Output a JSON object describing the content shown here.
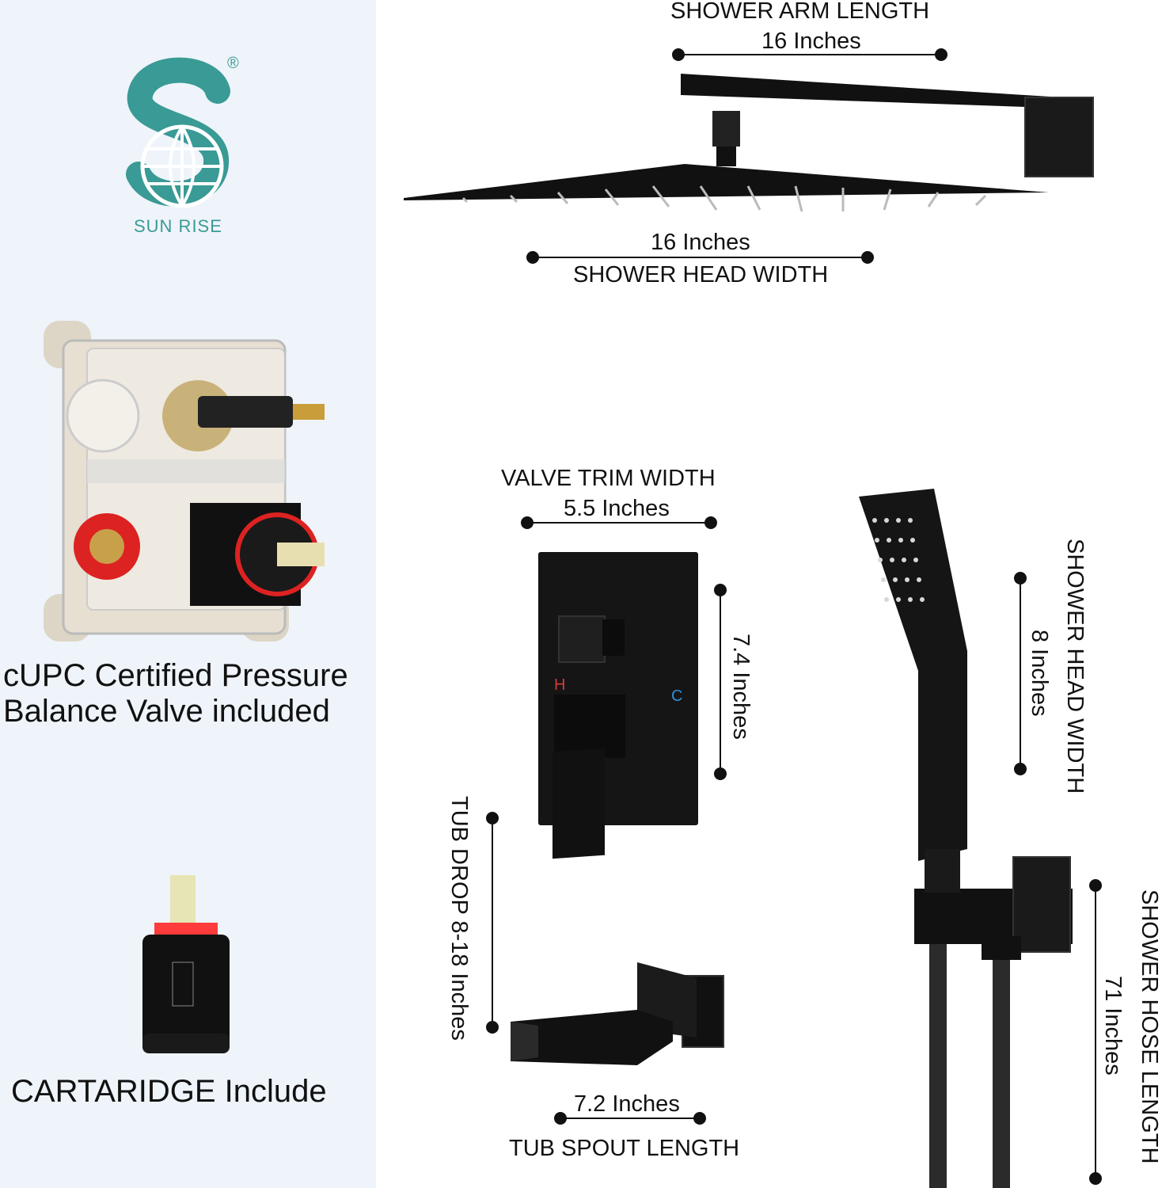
{
  "brand": {
    "logo_letter": "S",
    "registered_mark": "®",
    "name": "SUN RISE",
    "accent_color": "#3a9a95"
  },
  "valve_box": {
    "caption_line1": "cUPC Certified Pressure",
    "caption_line2": "Balance Valve included"
  },
  "cartridge": {
    "caption": "CARTARIDGE Include"
  },
  "shower_arm": {
    "label": "SHOWER ARM LENGTH",
    "value": "16 Inches"
  },
  "shower_head": {
    "value": "16 Inches",
    "label": "SHOWER HEAD WIDTH"
  },
  "valve_trim": {
    "label": "VALVE TRIM WIDTH",
    "value": "5.5 Inches",
    "height_value": "7.4 Inches",
    "hot_marker": "H",
    "cold_marker": "C",
    "hot_color": "#d23a3a",
    "cold_color": "#2f8fd8"
  },
  "hand_shower": {
    "label": "SHOWER HEAD WIDTH",
    "value": "8 Inches"
  },
  "tub_drop": {
    "label": "TUB DROP 8-18 Inches"
  },
  "tub_spout": {
    "value": "7.2 Inches",
    "label": "TUB SPOUT LENGTH"
  },
  "hose": {
    "label": "SHOWER HOSE LENGTH",
    "value": "71 Inches"
  }
}
